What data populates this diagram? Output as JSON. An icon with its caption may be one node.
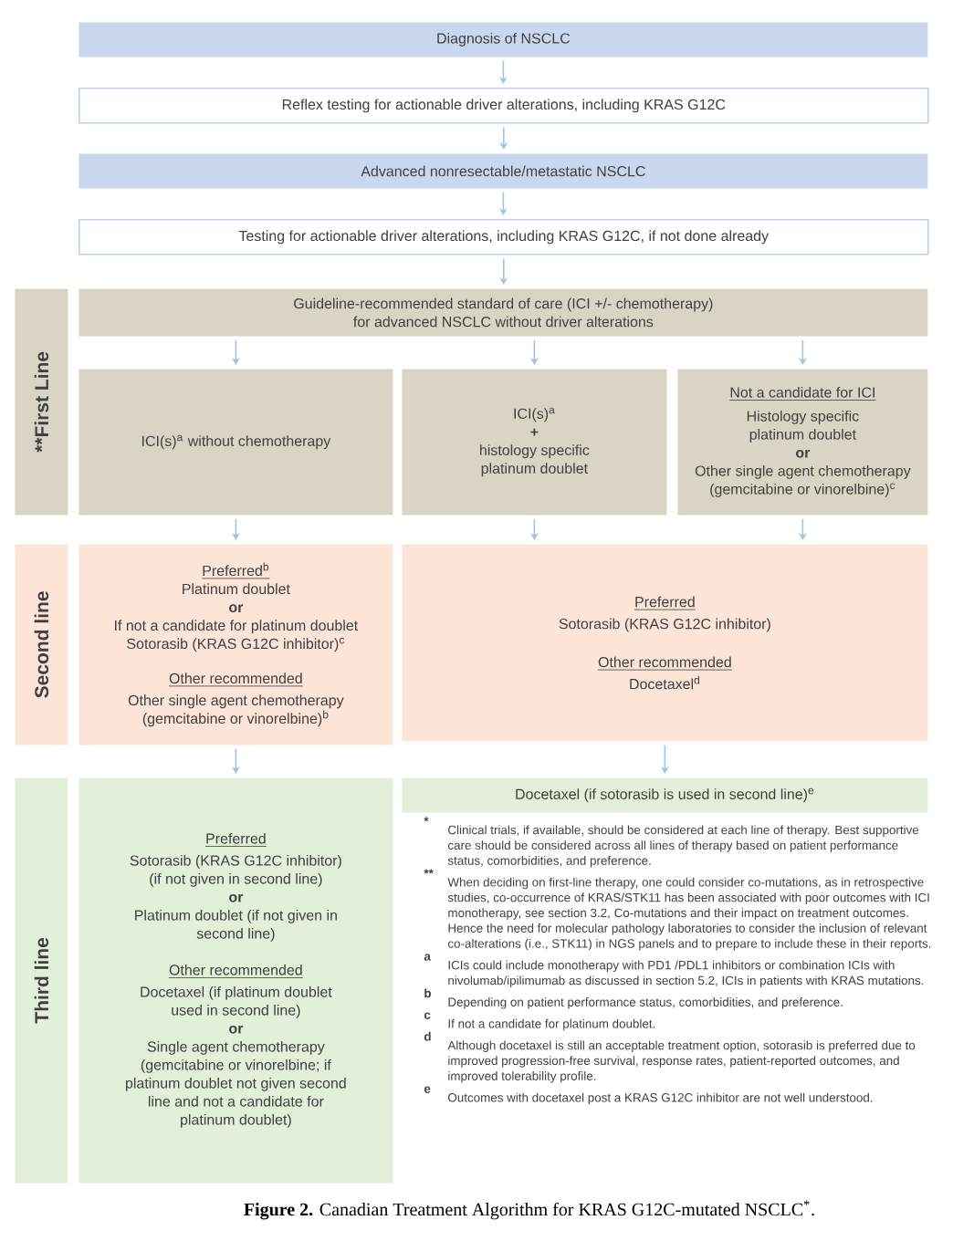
{
  "diagram": {
    "caption": "**Figure 2.** Canadian Treatment Algorithm for KRAS G12C-mutated NSCLC$^{*}$.",
    "nodes": [
      {
        "text": [
          "Diagnosis of NSCLC"
        ]
      },
      {
        "text": [
          "Reflex testing for actionable driver alterations, including KRAS G12C"
        ]
      },
      {
        "text": [
          "Advanced nonresectable/metastatic NSCLC"
        ]
      },
      {
        "text": [
          "Testing for actionable driver alterations, including KRAS G12C, if not done already"
        ]
      },
      {
        "text": [
          "**First Line"
        ]
      },
      {
        "text": [
          "Guideline-recommended standard of care (ICI +/- chemotherapy) for advanced NSCLC without driver alterations"
        ]
      },
      {
        "text": [
          "ICI(s)$^{a}$ without chemotherapy"
        ]
      },
      {
        "text": [
          "ICI(s)$^{a}$",
          "+",
          "histology specific platinum doublet"
        ]
      },
      {
        "text": [
          "Not a candidate for ICI",
          "Histology specific platinum doublet",
          "or",
          "Other single agent chemotherapy (gemcitabine or vinorelbine)$^{c}$"
        ]
      },
      {
        "text": [
          "Second line"
        ]
      },
      {
        "text": [
          "Preferred$^{b}$",
          "Platinum doublet",
          "or",
          "If not a candidate for platinum doublet Sotorasib (KRAS G12C inhibitor)$^{c}$",
          "Other recommended",
          "Other single agent chemotherapy (gemcitabine or vinorelbine)$^{b}$"
        ]
      },
      {
        "text": [
          "Preferred",
          "Sotorasib (KRAS G12C inhibitor)",
          "Other recommended",
          "Docetaxel$^{d}$"
        ]
      },
      {
        "text": [
          "Third line"
        ]
      },
      {
        "text": [
          "Preferred",
          "Sotorasib (KRAS G12C inhibitor) (if not given in second line)",
          "or",
          "Platinum doublet (if not given in second line)",
          "Other recommended",
          "Docetaxel (if platinum doublet used in second line)",
          "or",
          "Single agent chemotherapy (gemcitabine or vinorelbine; if platinum doublet not given second line and not a candidate for platinum doublet)"
        ]
      },
      {
        "text": [
          "Docetaxel (if sotorasib is used in second line)$^{e}$"
        ]
      }
    ],
    "edges": [
      {
        "from": 0,
        "to": 1,
        "arrow": "to"
      },
      {
        "from": 1,
        "to": 2,
        "arrow": "to"
      },
      {
        "from": 2,
        "to": 3,
        "arrow": "to"
      },
      {
        "from": 3,
        "to": 5,
        "arrow": "to"
      },
      {
        "from": 5,
        "to": 6,
        "arrow": "to"
      },
      {
        "from": 5,
        "to": 7,
        "arrow": "to"
      },
      {
        "from": 5,
        "to": 8,
        "arrow": "to"
      },
      {
        "from": 6,
        "to": 10,
        "arrow": "to"
      },
      {
        "from": 7,
        "to": 11,
        "arrow": "to"
      },
      {
        "from": 8,
        "to": 11,
        "arrow": "to"
      },
      {
        "from": 10,
        "to": 13,
        "arrow": "to"
      },
      {
        "from": 11,
        "to": 14,
        "arrow": "to"
      }
    ],
    "labels": [
      "*",
      "Clinical trials, if available, should be considered at each line of therapy. Best supportive care should be considered across all lines of therapy based on patient performance status, comorbidities, and preference.",
      "**",
      "When deciding on first-line therapy, one could consider co-mutations, as in retrospective studies, co-occurrence of KRAS/STK11 has been associated with poor outcomes with ICI monotherapy, see section 3.2, Co-mutations and their impact on treatment outcomes. Hence the need for molecular pathology laboratories to consider the inclusion of relevant co-alterations (i.e., STK11) in NGS panels and to prepare to include these in their reports.",
      "a",
      "ICIs could include monotherapy with PD1 /PDL1 inhibitors or combination ICIs with nivolumab/ipilimumab as discussed in section 5.2, ICIs in patients with KRAS mutations.",
      "b",
      "Depending on patient performance status, comorbidities, and preference.",
      "c",
      "If not a candidate for platinum doublet.",
      "d",
      "Although docetaxel is still an acceptable treatment option, sotorasib is preferred due to improved progression-free survival, response rates, patient-reported outcomes, and improved tolerability profile.",
      "e",
      "Outcomes with docetaxel post a KRAS G12C inhibitor are not well understood."
    ]
  }
}
